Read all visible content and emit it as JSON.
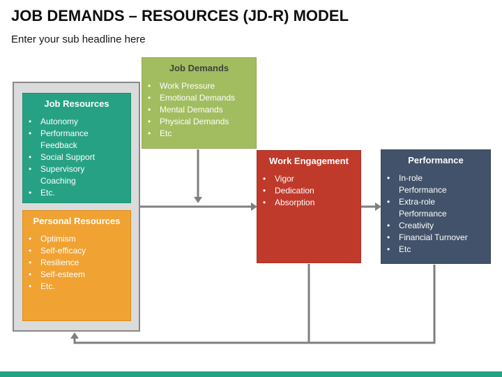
{
  "header": {
    "title": "JOB DEMANDS – RESOURCES (JD-R) MODEL",
    "subtitle": "Enter your sub headline here"
  },
  "boxes": {
    "job_resources": {
      "title": "Job Resources",
      "items": [
        "Autonomy",
        "Performance\nFeedback",
        "Social Support",
        "Supervisory\nCoaching",
        "Etc."
      ],
      "color": "#27a184",
      "text_color": "#ffffff"
    },
    "personal_resources": {
      "title": "Personal Resources",
      "items": [
        "Optimism",
        "Self-efficacy",
        "Resilience",
        "Self-esteem",
        "Etc."
      ],
      "color": "#f0a233",
      "text_color": "#ffffff"
    },
    "job_demands": {
      "title": "Job Demands",
      "items": [
        "Work Pressure",
        "Emotional Demands",
        "Mental Demands",
        "Physical Demands",
        "Etc"
      ],
      "color": "#a2bd5f",
      "title_color": "#404040",
      "text_color": "#ffffff"
    },
    "work_engagement": {
      "title": "Work Engagement",
      "items": [
        "Vigor",
        "Dedication",
        "Absorption"
      ],
      "color": "#c03a2b",
      "text_color": "#ffffff"
    },
    "performance": {
      "title": "Performance",
      "items": [
        "In-role\nPerformance",
        "Extra-role\nPerformance",
        "Creativity",
        "Financial Turnover",
        "Etc"
      ],
      "color": "#42526a",
      "text_color": "#ffffff"
    }
  },
  "connections": [
    {
      "from": "resources-group",
      "to": "work-engagement",
      "type": "arrow"
    },
    {
      "from": "job-demands",
      "to": "resources-arrow",
      "type": "arrow"
    },
    {
      "from": "work-engagement",
      "to": "performance",
      "type": "arrow"
    },
    {
      "from": "performance",
      "to": "resources-group",
      "type": "feedback-arrow"
    },
    {
      "from": "work-engagement",
      "to": "feedback-line",
      "type": "line"
    }
  ],
  "colors": {
    "container_fill": "#dbdbdb",
    "container_border": "#878787",
    "arrow": "#7f7f7f",
    "footer_bar": "#27a184",
    "title_text": "#0e0e0e"
  }
}
